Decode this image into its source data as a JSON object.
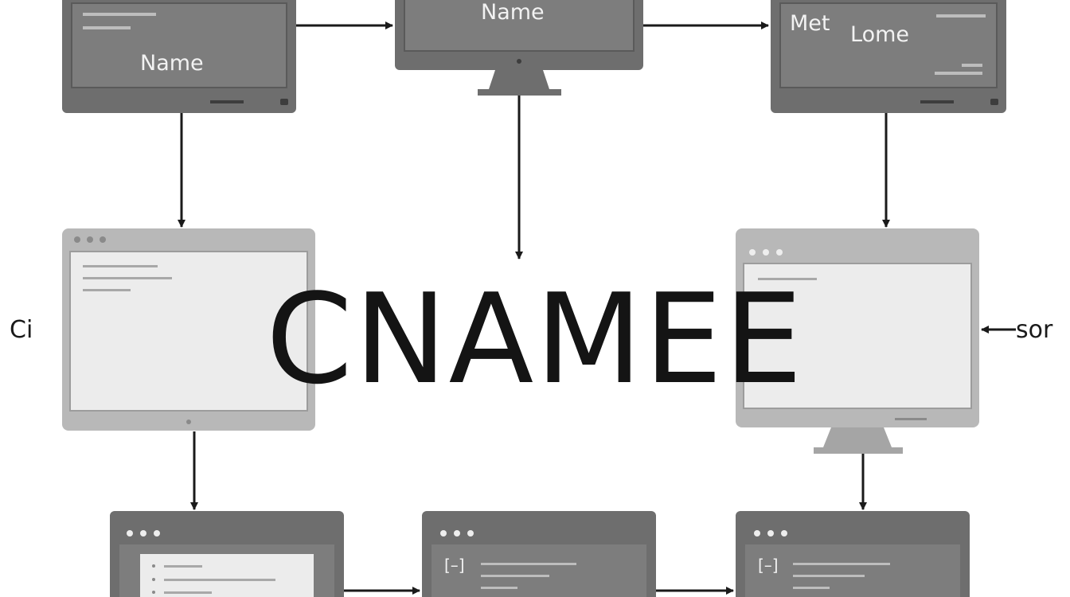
{
  "diagram": {
    "title": "CNAMEE",
    "nodes": [
      {
        "id": "top-left",
        "label": "Name"
      },
      {
        "id": "top-center",
        "label": "Name"
      },
      {
        "id": "top-right",
        "label": "Met",
        "label_secondary": "Lome"
      },
      {
        "id": "middle-left",
        "label": ""
      },
      {
        "id": "middle-right",
        "label": ""
      },
      {
        "id": "bottom-left",
        "label": ""
      },
      {
        "id": "bottom-center",
        "label": "[–]"
      },
      {
        "id": "bottom-right",
        "label": "[–]"
      }
    ],
    "side_labels": {
      "left": "Ci",
      "right": "sor"
    },
    "edges": [
      {
        "from": "top-left",
        "to": "top-center"
      },
      {
        "from": "top-center",
        "to": "top-right"
      },
      {
        "from": "top-left",
        "to": "middle-left"
      },
      {
        "from": "top-center",
        "to": "middle-center"
      },
      {
        "from": "top-right",
        "to": "middle-right"
      },
      {
        "from": "middle-left",
        "to": "bottom-left"
      },
      {
        "from": "middle-right",
        "to": "bottom-right"
      },
      {
        "from": "bottom-left",
        "to": "bottom-center"
      },
      {
        "from": "bottom-center",
        "to": "bottom-right"
      },
      {
        "from": "right-label",
        "to": "middle-right"
      }
    ]
  },
  "colors": {
    "dark_frame": "#6e6e6e",
    "dark_screen": "#7d7d7d",
    "light_frame": "#b8b8b8",
    "light_screen": "#ececec",
    "arrow": "#1a1a1a"
  }
}
